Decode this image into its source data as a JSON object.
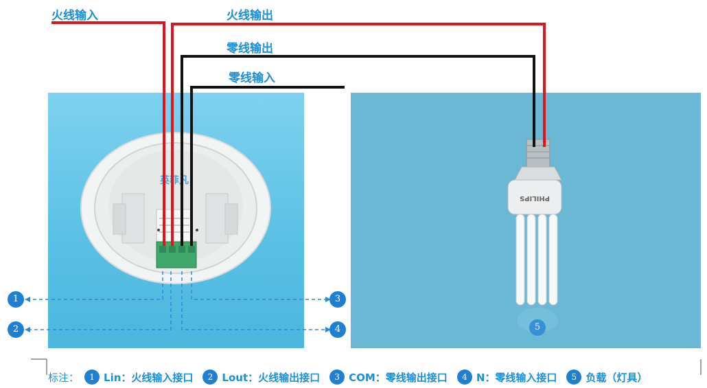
{
  "labels": {
    "live_in": "火线输入",
    "live_out": "火线输出",
    "neutral_out": "零线输出",
    "neutral_in": "零线输入"
  },
  "device": {
    "logo": "英菲凡"
  },
  "bulb": {
    "brand": "PHILIPS",
    "number": "5"
  },
  "markers": [
    "1",
    "2",
    "3",
    "4"
  ],
  "legend": {
    "title": "标注：",
    "items": [
      {
        "num": "1",
        "text": "Lin：火线输入接口"
      },
      {
        "num": "2",
        "text": "Lout：火线输出接口"
      },
      {
        "num": "3",
        "text": "COM：零线输出接口"
      },
      {
        "num": "4",
        "text": "N：零线输入接口"
      },
      {
        "num": "5",
        "text": "负载（灯具）"
      }
    ]
  },
  "colors": {
    "live_wire": "#e0141c",
    "neutral_wire": "#111111",
    "accent": "#1a8fd6",
    "left_bg": "#5fc4e6",
    "right_bg": "#6bb9d7"
  }
}
